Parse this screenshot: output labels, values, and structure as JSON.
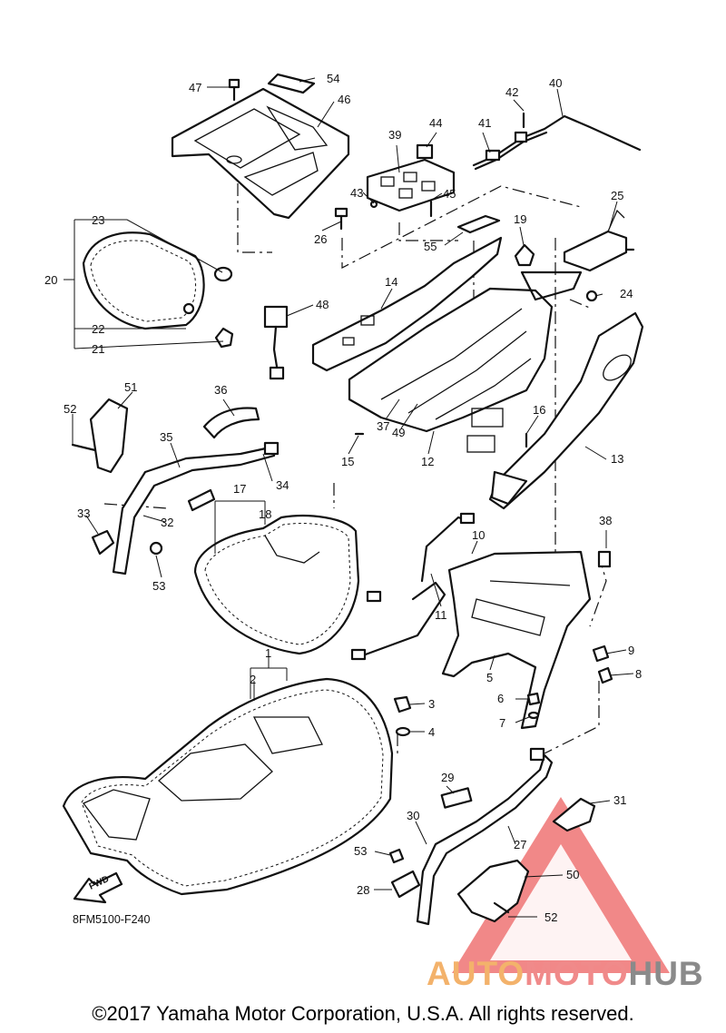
{
  "diagram": {
    "drawing_code": "8FM5100-F240",
    "direction_label": "FWD",
    "callouts": [
      "1",
      "2",
      "3",
      "4",
      "5",
      "6",
      "7",
      "8",
      "9",
      "10",
      "11",
      "12",
      "13",
      "14",
      "15",
      "16",
      "17",
      "18",
      "19",
      "20",
      "21",
      "22",
      "23",
      "24",
      "25",
      "26",
      "27",
      "28",
      "29",
      "30",
      "31",
      "32",
      "33",
      "34",
      "35",
      "36",
      "37",
      "38",
      "39",
      "40",
      "41",
      "42",
      "43",
      "44",
      "45",
      "46",
      "47",
      "48",
      "49",
      "50",
      "51",
      "52",
      "52",
      "53",
      "53",
      "54",
      "55"
    ]
  },
  "watermark": {
    "brand_parts": [
      "AUTO",
      "MOTO",
      "HUB"
    ],
    "colors": {
      "triangle": "#ec5a5a",
      "auto": "#f3b26b",
      "moto": "#f08a8a",
      "hub": "#8a8a8a"
    }
  },
  "footer": {
    "copyright": "©2017 Yamaha Motor Corporation, U.S.A. All rights reserved."
  }
}
